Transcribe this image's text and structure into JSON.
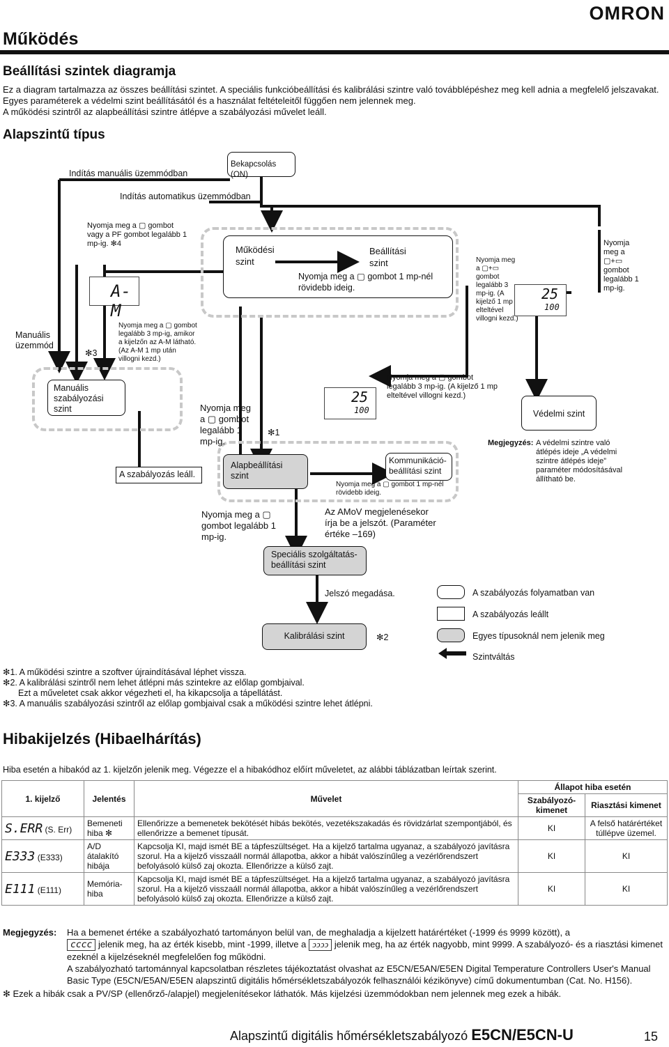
{
  "brand": "OMRON",
  "page_title": "Működés",
  "section1_title": "Beállítási szintek diagramja",
  "intro_lines": [
    "Ez a diagram tartalmazza az összes beállítási szintet. A speciális funkcióbeállítási és kalibrálási szintre való továbblépéshez meg kell adnia a megfelelő jelszavakat.  Egyes paraméterek a védelmi szint beállításától és a használat feltételeitől függően nem jelennek meg.",
    "A működési szintről az alapbeállítási szintre átlépve a szabályozási művelet leáll."
  ],
  "subsection_title": "Alapszintű típus",
  "diagram": {
    "start_manual": "Indítás manuális üzemmódban",
    "power_on": "Bekapcsolás (ON)",
    "start_auto": "Indítás automatikus üzemmódban",
    "pf_note": "Nyomja meg a ▢ gombot vagy a PF gombot legalább 1 mp-ig. ✻4",
    "manual_mode_label": "Manuális üzemmód",
    "star3": "✻3",
    "am_note": "Nyomja meg a ▢ gombot legalább 3 mp-ig, amikor a kijelzőn az A-M látható. (Az A-M 1 mp után villogni kezd.)",
    "lcd_am": "A-M",
    "operation_level": "Működési szint",
    "adjustment_level": "Beállítási szint",
    "press_short": "Nyomja meg a ▢ gombot 1 mp-nél rövidebb ideig.",
    "protect_note": "Nyomja meg a ▢+▭ gombot legalább 3 mp-ig. (A kijelző 1 mp elteltével villogni kezd.)",
    "protect_note2": "Nyomja meg a ▢+▭ gombot legalább 1 mp-ig.",
    "lcd_25": "25",
    "lcd_100": "100",
    "manual_control_level": "Manuális szabályozási szint",
    "press_1s": "Nyomja meg a ▢ gombot legalább 1 mp-ig.",
    "star1": "✻1",
    "press_3s_blink": "Nyomja meg a ▢ gombot legalább 3 mp-ig. (A kijelző 1 mp elteltével villogni kezd.)",
    "protect_level": "Védelmi szint",
    "note_label": "Megjegyzés:",
    "protect_remark": "A védelmi szintre való átlépés ideje „A védelmi szintre átlépés ideje” paraméter módosításával állítható be.",
    "control_stops": "A szabályozás leáll.",
    "initial_setting": "Alapbeállítási szint",
    "comm_setting": "Kommunikáció-beállítási szint",
    "press_short2": "Nyomja meg a ▢ gombot 1 mp-nél rövidebb ideig.",
    "press_1s_b": "Nyomja meg a ▢ gombot legalább 1 mp-ig.",
    "amov_note": "Az AMoV megjelenésekor írja be a jelszót. (Paraméter értéke –169)",
    "advanced_level": "Speciális szolgáltatás-beállítási szint",
    "password_input": "Jelszó megadása.",
    "calibration_level": "Kalibrálási szint",
    "star2": "✻2"
  },
  "legend": [
    "A szabályozás folyamatban van",
    "A szabályozás leállt",
    "Egyes típusoknál nem jelenik meg",
    "Szintváltás"
  ],
  "footnotes": [
    "✻1. A működési szintre a szoftver újraindításával léphet vissza.",
    "✻2. A kalibrálási szintről nem lehet átlépni más szintekre az előlap gombjaival.",
    "Ezt a műveletet csak akkor végezheti el, ha kikapcsolja a tápellátást.",
    "✻3. A manuális szabályozási szintről az előlap gombjaival csak a működési szintre lehet átlépni."
  ],
  "section2_title": "Hibakijelzés (Hibaelhárítás)",
  "section2_intro": "Hiba esetén a hibakód az 1. kijelzőn jelenik meg. Végezze el a hibakódhoz előírt műveletet, az alábbi táblázatban leírtak szerint.",
  "table": {
    "h_display": "1. kijelző",
    "h_meaning": "Jelentés",
    "h_action": "Művelet",
    "h_state": "Állapot hiba esetén",
    "h_control": "Szabályozó-kimenet",
    "h_alarm": "Riasztási kimenet",
    "rows": [
      {
        "code": "S.ERR",
        "code_label": "(S. Err)",
        "meaning": "Bemeneti hiba ✻",
        "action": "Ellenőrizze a bemenetek bekötését hibás bekötés, vezetékszakadás és rövidzárlat szempontjából, és ellenőrizze a bemenet típusát.",
        "control": "KI",
        "alarm": "A felső határértéket túllépve üzemel."
      },
      {
        "code": "E333",
        "code_label": "(E333)",
        "meaning": "A/D átalakító hibája",
        "action": "Kapcsolja KI, majd ismét BE a tápfeszültséget. Ha a kijelző tartalma ugyanaz, a szabályozó javításra szorul. Ha a kijelző visszaáll normál állapotba, akkor a hibát valószínűleg a vezérlőrendszert befolyásoló külső zaj okozta. Ellenőrizze a külső zajt.",
        "control": "KI",
        "alarm": "KI"
      },
      {
        "code": "E111",
        "code_label": "(E111)",
        "meaning": "Memória-hiba",
        "action": "Kapcsolja KI, majd ismét BE a tápfeszültséget. Ha a kijelző tartalma ugyanaz, a szabályozó javításra szorul. Ha a kijelző visszaáll normál állapotba, akkor a hibát valószínűleg a vezérlőrendszert befolyásoló külső zaj okozta. Ellenőrizze a külső zajt.",
        "control": "KI",
        "alarm": "KI"
      }
    ]
  },
  "notes": {
    "label": "Megjegyzés:",
    "line1": "Ha a bemenet értéke a szabályozható tartományon belül van, de meghaladja a kijelzett határértéket (-1999 és 9999 között), a",
    "line2a": "cccc",
    "line2b": "jelenik meg, ha az érték kisebb, mint -1999, illetve a",
    "line2c": "ↄↄↄↄ",
    "line2d": "jelenik meg, ha az érték nagyobb, mint 9999. A szabályozó- és a riasztási kimenet ezeknél a kijelzéseknél megfelelően fog működni.",
    "line3": "A szabályozható tartománnyal kapcsolatban részletes tájékoztatást olvashat az E5CN/E5AN/E5EN Digital Temperature Controllers User's Manual Basic Type (E5CN/E5AN/E5EN alapszintű digitális hőmérsékletszabályozók felhasználói kézikönyve) című dokumentumban (Cat. No. H156).",
    "star_line": "✻ Ezek a hibák csak a PV/SP (ellenőrző-/alapjel) megjelenítésekor láthatók. Más kijelzési üzemmódokban nem jelennek meg ezek a hibák."
  },
  "footer": {
    "text": "Alapszintű digitális hőmérsékletszabályozó",
    "model": "E5CN/E5CN-U",
    "page": "15"
  }
}
